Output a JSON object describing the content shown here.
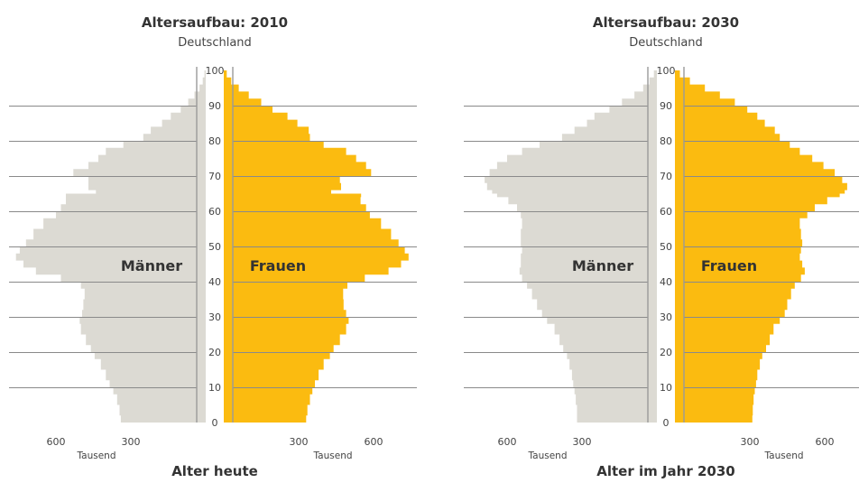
{
  "chart_data": [
    {
      "type": "population-pyramid",
      "title": "Altersaufbau: 2010",
      "subtitle": "Deutschland",
      "xlabel": "Alter heute",
      "x_unit": "Tausend",
      "x_ticks": [
        600,
        300,
        300,
        600
      ],
      "y_ticks": [
        0,
        10,
        20,
        30,
        40,
        50,
        60,
        70,
        80,
        90,
        100
      ],
      "ylim": [
        0,
        100
      ],
      "xlim": [
        0,
        750
      ],
      "label_left": "Männer",
      "label_right": "Frauen",
      "grid": true,
      "colors": {
        "male": "#dcdad3",
        "female": "#fbbb10",
        "grid": "#8a8a8a",
        "axis": "#9a9a9a"
      },
      "ages": [
        0,
        2,
        5,
        8,
        10,
        12,
        15,
        18,
        20,
        22,
        25,
        28,
        30,
        32,
        35,
        38,
        40,
        42,
        44,
        46,
        48,
        50,
        52,
        55,
        58,
        60,
        62,
        64,
        65,
        66,
        68,
        70,
        72,
        74,
        76,
        78,
        80,
        82,
        84,
        86,
        88,
        90,
        92,
        94,
        96,
        98,
        100
      ],
      "male": [
        340,
        345,
        355,
        370,
        385,
        400,
        420,
        445,
        460,
        480,
        500,
        505,
        495,
        490,
        485,
        500,
        580,
        680,
        730,
        760,
        745,
        720,
        690,
        650,
        600,
        580,
        560,
        560,
        440,
        470,
        470,
        530,
        470,
        430,
        400,
        330,
        250,
        220,
        175,
        140,
        100,
        70,
        45,
        25,
        12,
        5,
        0
      ],
      "female": [
        330,
        335,
        345,
        355,
        365,
        380,
        400,
        425,
        440,
        465,
        490,
        500,
        490,
        480,
        478,
        495,
        565,
        660,
        710,
        740,
        725,
        700,
        670,
        630,
        585,
        570,
        548,
        550,
        430,
        470,
        465,
        590,
        570,
        530,
        490,
        400,
        345,
        340,
        295,
        255,
        195,
        150,
        100,
        60,
        30,
        12,
        0
      ]
    },
    {
      "type": "population-pyramid",
      "title": "Altersaufbau: 2030",
      "subtitle": "Deutschland",
      "xlabel": "Alter im Jahr 2030",
      "x_unit": "Tausend",
      "x_ticks": [
        600,
        300,
        300,
        600
      ],
      "y_ticks": [
        0,
        10,
        20,
        30,
        40,
        50,
        60,
        70,
        80,
        90,
        100
      ],
      "ylim": [
        0,
        100
      ],
      "xlim": [
        0,
        750
      ],
      "label_left": "Männer",
      "label_right": "Frauen",
      "grid": true,
      "colors": {
        "male": "#dcdad3",
        "female": "#fbbb10",
        "grid": "#8a8a8a",
        "axis": "#9a9a9a"
      },
      "ages": [
        0,
        2,
        5,
        8,
        10,
        12,
        15,
        18,
        20,
        22,
        25,
        28,
        30,
        32,
        35,
        38,
        40,
        42,
        44,
        46,
        48,
        50,
        52,
        55,
        58,
        60,
        62,
        64,
        65,
        66,
        68,
        70,
        72,
        74,
        76,
        78,
        80,
        82,
        84,
        86,
        88,
        90,
        92,
        94,
        96,
        98,
        100
      ],
      "male": [
        320,
        320,
        325,
        330,
        335,
        340,
        350,
        360,
        375,
        390,
        410,
        440,
        460,
        480,
        500,
        520,
        540,
        550,
        545,
        545,
        540,
        545,
        545,
        540,
        545,
        560,
        595,
        640,
        660,
        680,
        690,
        670,
        640,
        600,
        540,
        470,
        380,
        330,
        280,
        250,
        190,
        140,
        90,
        55,
        30,
        12,
        0
      ],
      "female": [
        310,
        312,
        315,
        320,
        325,
        330,
        340,
        350,
        365,
        380,
        395,
        420,
        440,
        450,
        465,
        480,
        505,
        520,
        510,
        500,
        505,
        510,
        505,
        500,
        530,
        560,
        610,
        660,
        680,
        690,
        670,
        640,
        595,
        550,
        500,
        460,
        420,
        400,
        360,
        330,
        290,
        240,
        180,
        120,
        60,
        20,
        0
      ]
    }
  ]
}
